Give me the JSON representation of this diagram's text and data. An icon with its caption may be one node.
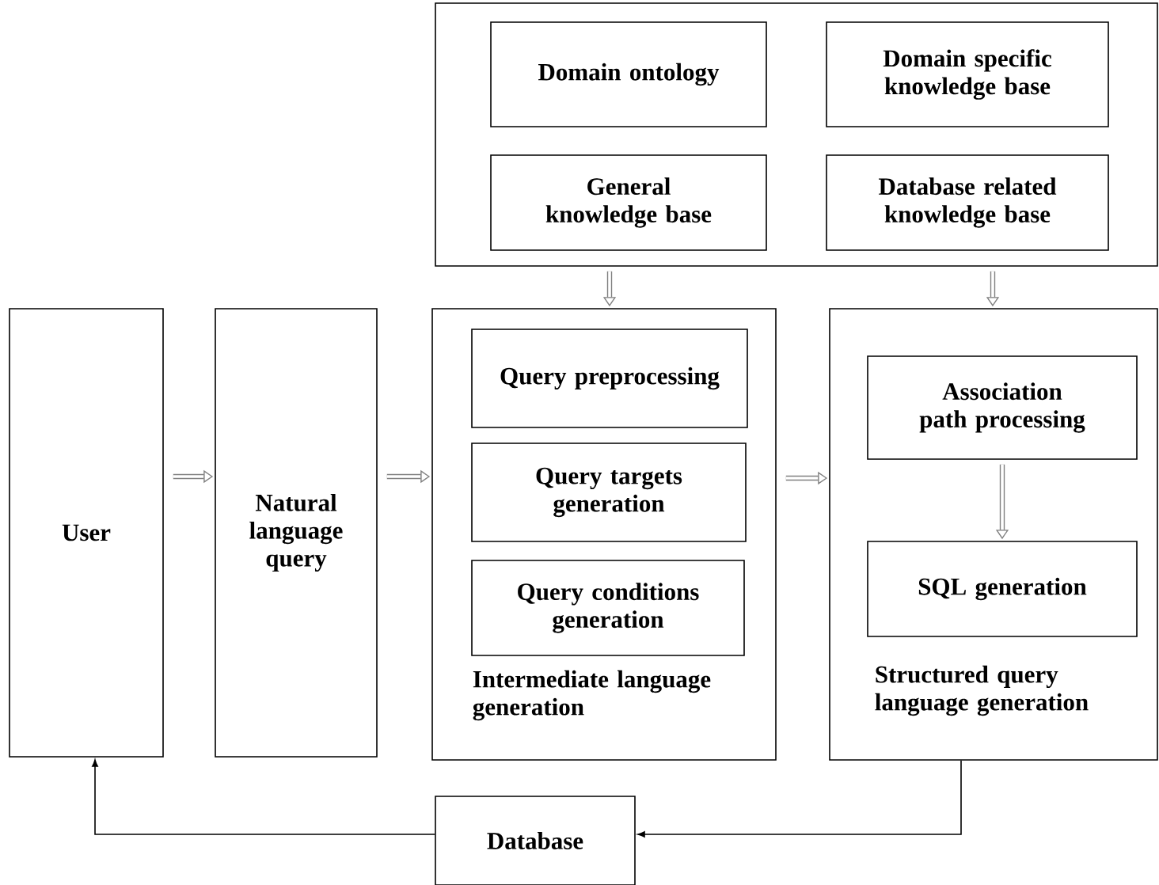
{
  "diagram": {
    "nodes": [
      {
        "text": [],
        "shape": "box"
      },
      {
        "text": [
          "Domain ontology"
        ],
        "in": 0
      },
      {
        "text": [
          "Domain specific knowledge base"
        ],
        "in": 0
      },
      {
        "text": [
          "General knowledge base"
        ],
        "in": 0
      },
      {
        "text": [
          "Database related knowledge base"
        ],
        "in": 0
      },
      {
        "text": [
          "User"
        ]
      },
      {
        "text": [
          "Natural language query"
        ]
      },
      {
        "text": [
          "Intermediate language generation"
        ]
      },
      {
        "text": [
          "Query preprocessing"
        ],
        "in": 7
      },
      {
        "text": [
          "Query targets generation"
        ],
        "in": 7
      },
      {
        "text": [
          "Query conditions generation"
        ],
        "in": 7
      },
      {
        "text": [
          "Structured query language generation"
        ]
      },
      {
        "text": [
          "Association path processing"
        ],
        "in": 11
      },
      {
        "text": [
          "SQL generation"
        ],
        "in": 11
      },
      {
        "text": [
          "Database"
        ]
      }
    ],
    "edges": [
      {
        "from": 5,
        "to": 6,
        "arrow": "to"
      },
      {
        "from": 6,
        "to": 7,
        "arrow": "to"
      },
      {
        "from": 0,
        "to": 7,
        "arrow": "to"
      },
      {
        "from": 0,
        "to": 11,
        "arrow": "to"
      },
      {
        "from": 7,
        "to": 11,
        "arrow": "to"
      },
      {
        "from": 12,
        "to": 13,
        "arrow": "to"
      },
      {
        "from": 11,
        "to": 14,
        "arrow": "to",
        "color": "#000000"
      },
      {
        "from": 14,
        "to": 5,
        "arrow": "to",
        "color": "#000000"
      }
    ]
  }
}
